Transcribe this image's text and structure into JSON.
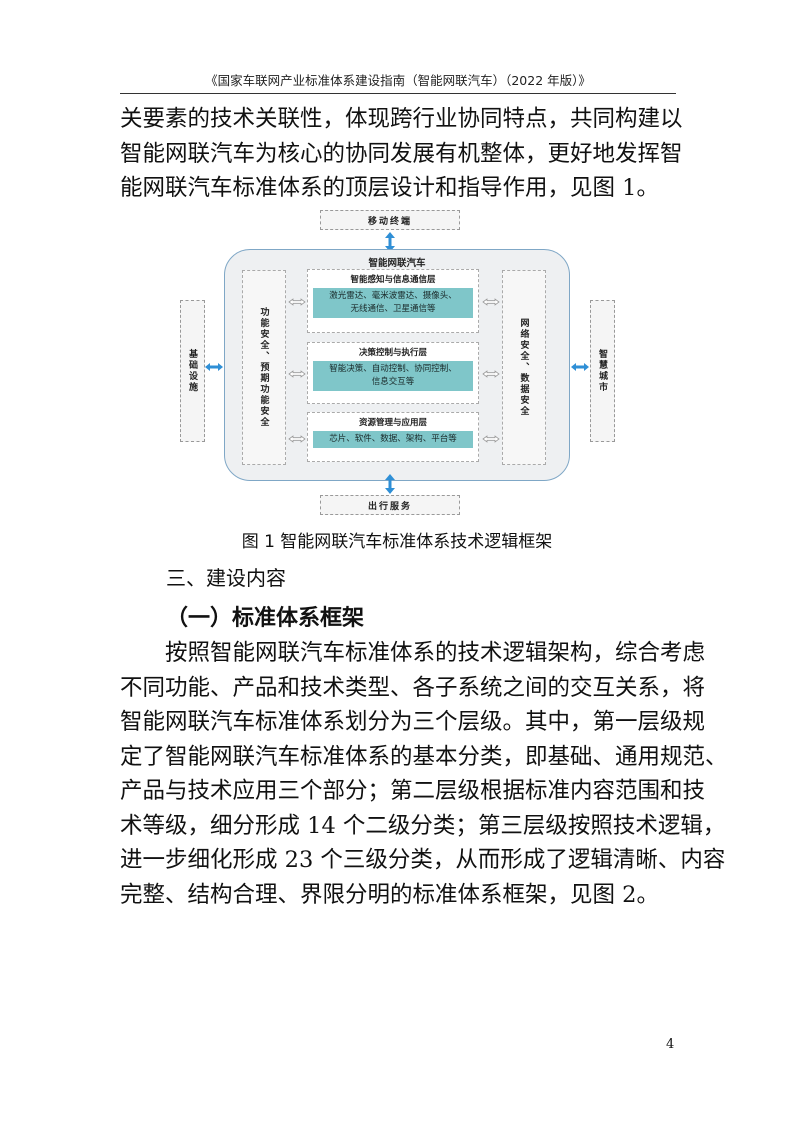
{
  "header": "《国家车联网产业标准体系建设指南（智能网联汽车）（2022 年版）》",
  "intro_lines": [
    "关要素的技术关联性，体现跨行业协同特点，共同构建以",
    "智能网联汽车为核心的协同发展有机整体，更好地发挥智",
    "能网联汽车标准体系的顶层设计和指导作用，见图 1。"
  ],
  "diagram": {
    "top": "移动终端",
    "bottom": "出行服务",
    "left": "基础设施",
    "right": "智慧城市",
    "main_title": "智能网联汽车",
    "left_column": "功能安全、预期功能安全",
    "right_column": "网络安全、数据安全",
    "layers": [
      {
        "title": "智能感知与信息通信层",
        "content_lines": [
          "激光雷达、毫米波雷达、摄像头、",
          "无线通信、卫星通信等"
        ]
      },
      {
        "title": "决策控制与执行层",
        "content_lines": [
          "智能决策、自动控制、协同控制、",
          "信息交互等"
        ]
      },
      {
        "title": "资源管理与应用层",
        "content_lines": [
          "芯片、软件、数据、架构、平台等"
        ]
      }
    ],
    "colors": {
      "arrow": "#2f8fd6",
      "frame": "#7fa7c6",
      "layer_fill": "#7fc6c9"
    }
  },
  "caption": "图 1  智能网联汽车标准体系技术逻辑框架",
  "section_heading": "三、建设内容",
  "subsection_heading": "（一）标准体系框架",
  "body_lines": [
    "按照智能网联汽车标准体系的技术逻辑架构，综合考虑",
    "不同功能、产品和技术类型、各子系统之间的交互关系，将",
    "智能网联汽车标准体系划分为三个层级。其中，第一层级规",
    "定了智能网联汽车标准体系的基本分类，即基础、通用规范、",
    "产品与技术应用三个部分；第二层级根据标准内容范围和技",
    "术等级，细分形成 14 个二级分类；第三层级按照技术逻辑，",
    "进一步细化形成 23 个三级分类，从而形成了逻辑清晰、内容",
    "完整、结构合理、界限分明的标准体系框架，见图 2。"
  ],
  "page_number": "4"
}
